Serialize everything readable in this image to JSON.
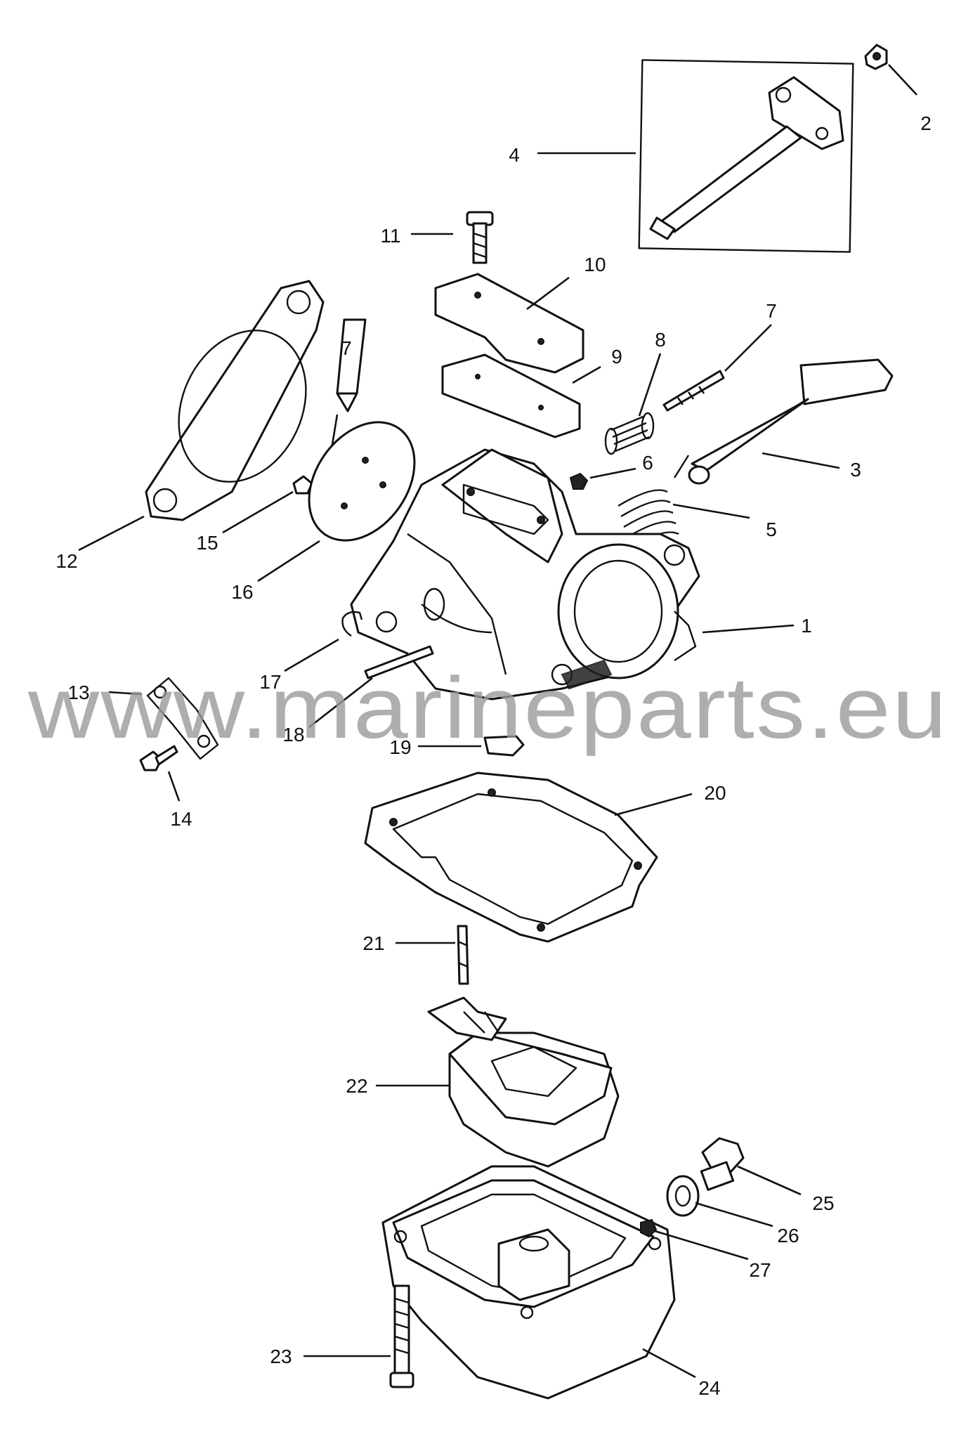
{
  "diagram": {
    "watermark": "www.marineparts.eu",
    "callouts": [
      "1",
      "2",
      "3",
      "4",
      "5",
      "6",
      "7",
      "8",
      "9",
      "10",
      "11",
      "12",
      "13",
      "14",
      "15",
      "16",
      "17",
      "18",
      "19",
      "20",
      "21",
      "22",
      "23",
      "24",
      "25",
      "26",
      "27"
    ],
    "part7_tag": "7"
  }
}
